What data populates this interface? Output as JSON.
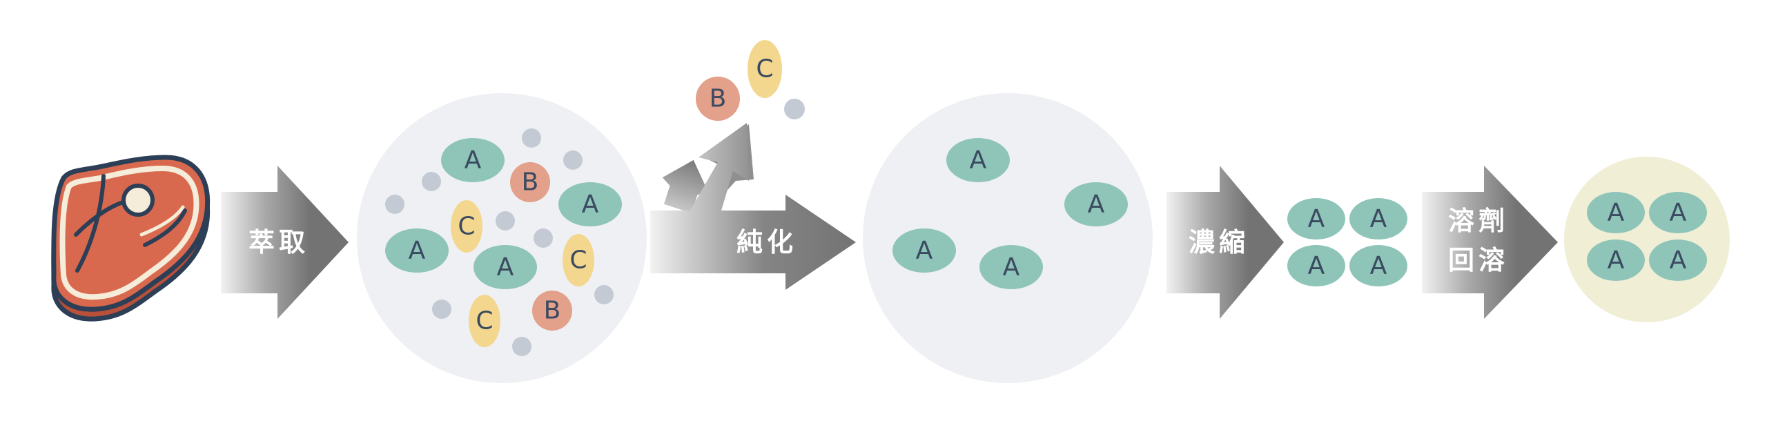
{
  "steps": {
    "extract": "萃取",
    "purify": "純化",
    "concentrate": "濃縮",
    "redissolve_line1": "溶劑",
    "redissolve_line2": "回溶"
  },
  "molecules": {
    "a": "A",
    "b": "B",
    "c": "C"
  },
  "colors": {
    "meat_red": "#d9694e",
    "meat_outline": "#2d3e57",
    "fat": "#f5ecd9",
    "molecule_a": "#8fc5b8",
    "molecule_b": "#e3a08a",
    "molecule_c": "#f4d78f",
    "dot": "#c3cad4",
    "circle_bg": "#eff0f3",
    "final_bg": "#f1eed6",
    "arrow_dark": "#737373",
    "text_dark": "#3a4a60"
  }
}
